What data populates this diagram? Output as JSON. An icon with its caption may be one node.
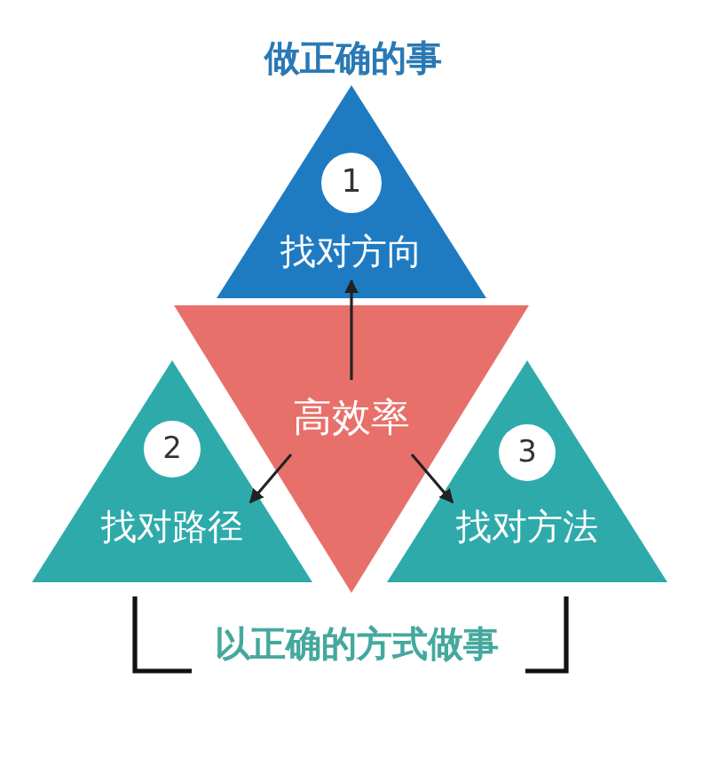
{
  "diagram": {
    "nodes": [
      {
        "text": [
          "找对方向"
        ]
      },
      {
        "text": [
          "1"
        ],
        "in": 0
      },
      {
        "text": [
          "找对路径"
        ]
      },
      {
        "text": [
          "2"
        ],
        "in": 2
      },
      {
        "text": [
          "高效率"
        ]
      },
      {
        "text": [
          "找对方法"
        ]
      },
      {
        "text": [
          "3"
        ],
        "in": 5
      }
    ],
    "edges": [
      {
        "from": 4,
        "to": 0,
        "arrow": "to"
      },
      {
        "from": 4,
        "to": 2,
        "arrow": "to"
      },
      {
        "from": 4,
        "to": 5,
        "arrow": "to"
      }
    ],
    "labels": [
      "做正确的事",
      "以正确的方式做事"
    ]
  }
}
